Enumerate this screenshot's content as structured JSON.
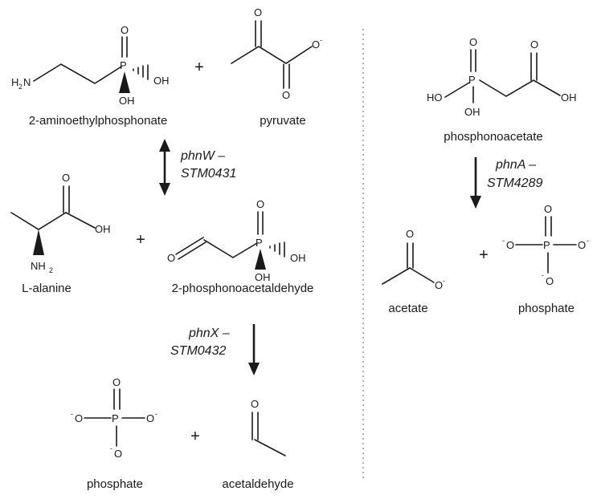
{
  "compounds": {
    "aep": "2-aminoethylphosphonate",
    "pyruvate": "pyruvate",
    "alanine": "L-alanine",
    "ppa": "2-phosphonoacetaldehyde",
    "phosphate_left": "phosphate",
    "acetaldehyde": "acetaldehyde",
    "phosphonoacetate": "phosphonoacetate",
    "acetate": "acetate",
    "phosphate_right": "phosphate"
  },
  "enzymes": {
    "phnW_gene": "phnW –",
    "phnW_locus": "STM0431",
    "phnX_gene": "phnX –",
    "phnX_locus": "STM0432",
    "phnA_gene": "phnA –",
    "phnA_locus": "STM4289"
  },
  "operators": {
    "plus": "+"
  },
  "atoms": {
    "O": "O",
    "P": "P",
    "OH": "OH",
    "HO": "HO",
    "H2N": "H",
    "N_part": "N",
    "NH": "NH",
    "two": "2",
    "minus": "-"
  }
}
